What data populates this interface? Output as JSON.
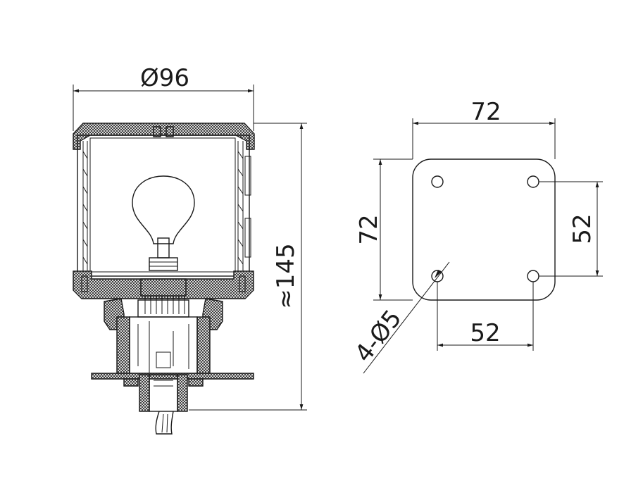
{
  "diagram": {
    "side_view": {
      "diameter_label": "Ø96",
      "height_label": "≈145"
    },
    "plate_view": {
      "width_label": "72",
      "height_label": "72",
      "hole_spacing_h_label": "52",
      "hole_spacing_v_label": "52",
      "holes_label": "4-Ø5"
    }
  }
}
